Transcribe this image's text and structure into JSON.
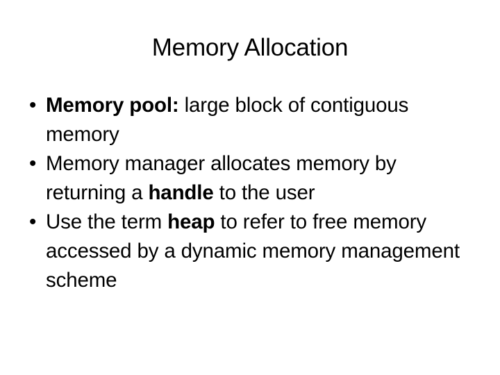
{
  "slide": {
    "title": "Memory Allocation",
    "background_color": "#ffffff",
    "text_color": "#000000",
    "bullet_glyph": "•",
    "bullets": [
      {
        "marker": "•",
        "bold_lead": "Memory pool:",
        "rest": " large block of contiguous memory",
        "full_text": "Memory pool: large block of contiguous memory"
      },
      {
        "marker": "•",
        "prefix": "Memory manager allocates memory by returning a ",
        "bold_word": "handle",
        "suffix": " to the user",
        "full_text": "Memory manager allocates memory by returning a handle to the user"
      },
      {
        "marker": "•",
        "prefix": "Use the term ",
        "bold_word": "heap",
        "suffix": " to refer to free memory accessed by a dynamic memory management scheme",
        "full_text": "Use the term heap to refer to free memory accessed by a dynamic memory management scheme"
      }
    ]
  }
}
